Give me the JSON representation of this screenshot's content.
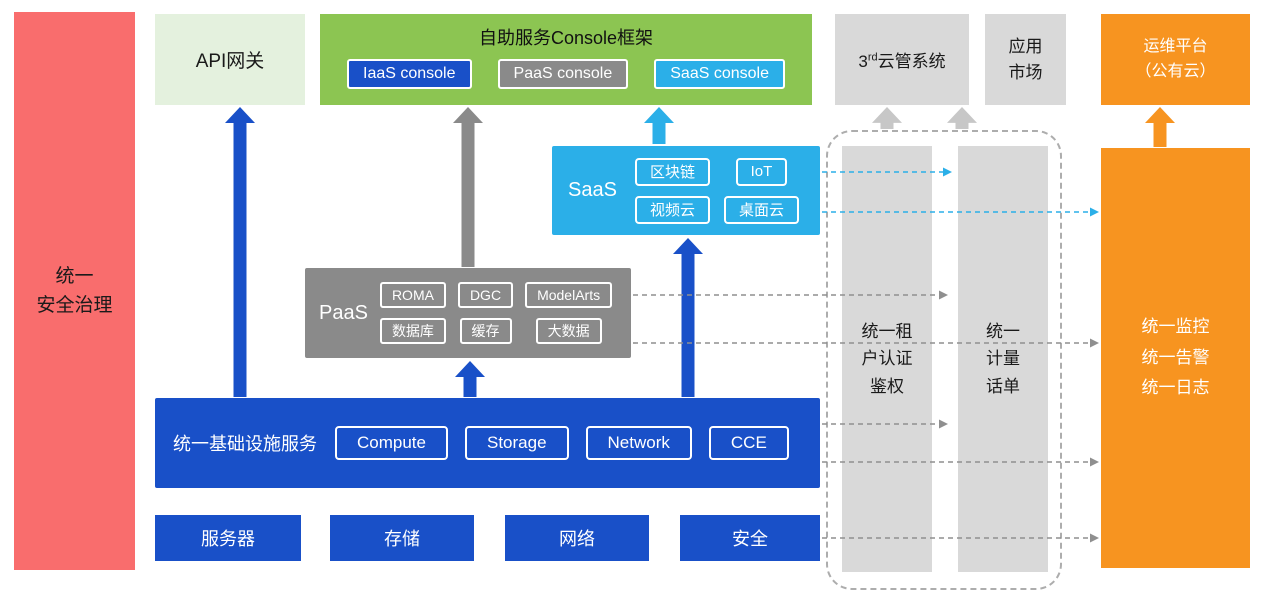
{
  "colors": {
    "red": "#F96D6D",
    "lightgreen": "#E4F1DE",
    "green": "#8CC552",
    "blue": "#1950C8",
    "gray": "#8A8A8A",
    "cyan": "#2BAFE8",
    "lightgray": "#D9D9D9",
    "orange": "#F79420",
    "lightarrow": "#C7C7C7",
    "dashline": "#8F8F8F"
  },
  "security_bar": {
    "label": "统一\n安全治理"
  },
  "api_gateway": {
    "label": "API网关"
  },
  "console_frame": {
    "title": "自助服务Console框架",
    "iaas_console": "IaaS console",
    "paas_console": "PaaS console",
    "saas_console": "SaaS console"
  },
  "third_party_cloud": {
    "pre": "3",
    "sup": "rd",
    "post": "云管系统"
  },
  "app_market": {
    "label": "应用\n市场"
  },
  "om_platform": {
    "label": "运维平台\n（公有云）"
  },
  "saas": {
    "label": "SaaS",
    "items": [
      "区块链",
      "IoT",
      "视频云",
      "桌面云"
    ]
  },
  "paas": {
    "label": "PaaS",
    "items": [
      "ROMA",
      "DGC",
      "ModelArts",
      "数据库",
      "缓存",
      "大数据"
    ]
  },
  "iaas": {
    "label": "统一基础设施服务",
    "items": [
      "Compute",
      "Storage",
      "Network",
      "CCE"
    ]
  },
  "hardware": {
    "items": [
      "服务器",
      "存储",
      "网络",
      "安全"
    ]
  },
  "right_rails": {
    "auth": "统一租\n户认证\n鉴权",
    "metering": "统一\n计量\n话单",
    "monitor": "统一监控\n统一告警\n统一日志"
  }
}
